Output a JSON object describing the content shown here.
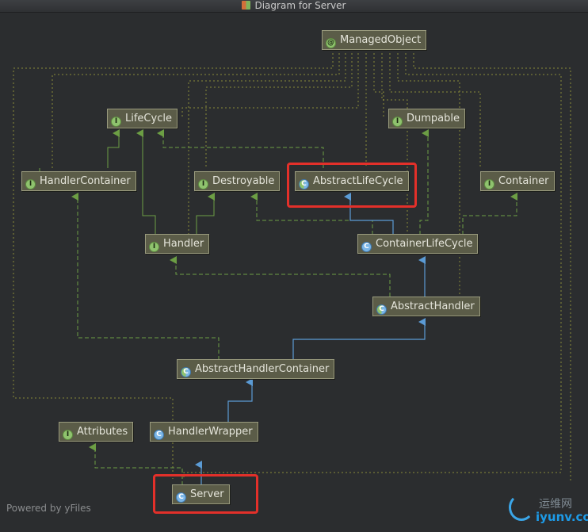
{
  "window": {
    "title": "Diagram for Server"
  },
  "footer": {
    "powered": "Powered by yFiles"
  },
  "watermark": {
    "cn": "运维网",
    "en": "iyunv.com"
  },
  "colors": {
    "background": "#2b2d2f",
    "node_fill": "#5b5c48",
    "node_border": "#9a9b7e",
    "implements_edge": "#6c9e44",
    "extends_edge": "#5b9bd5",
    "dependency_edge": "#8a8a3a",
    "highlight": "#e3302a"
  },
  "nodes": {
    "managed_object": {
      "label": "ManagedObject",
      "kind": "annotation",
      "badge": "@"
    },
    "lifecycle": {
      "label": "LifeCycle",
      "kind": "interface",
      "badge": "I"
    },
    "dumpable": {
      "label": "Dumpable",
      "kind": "interface",
      "badge": "I"
    },
    "handler_container": {
      "label": "HandlerContainer",
      "kind": "interface",
      "badge": "I"
    },
    "destroyable": {
      "label": "Destroyable",
      "kind": "interface",
      "badge": "I"
    },
    "abstract_lifecycle": {
      "label": "AbstractLifeCycle",
      "kind": "abstract",
      "badge": "C"
    },
    "container": {
      "label": "Container",
      "kind": "interface",
      "badge": "I"
    },
    "handler": {
      "label": "Handler",
      "kind": "interface",
      "badge": "I"
    },
    "container_lifecycle": {
      "label": "ContainerLifeCycle",
      "kind": "class",
      "badge": "C"
    },
    "abstract_handler": {
      "label": "AbstractHandler",
      "kind": "abstract",
      "badge": "C"
    },
    "abstract_handler_container": {
      "label": "AbstractHandlerContainer",
      "kind": "abstract",
      "badge": "C"
    },
    "attributes": {
      "label": "Attributes",
      "kind": "interface",
      "badge": "I"
    },
    "handler_wrapper": {
      "label": "HandlerWrapper",
      "kind": "class",
      "badge": "C"
    },
    "server": {
      "label": "Server",
      "kind": "class",
      "badge": "C"
    }
  },
  "highlights": [
    "AbstractLifeCycle",
    "Server"
  ]
}
